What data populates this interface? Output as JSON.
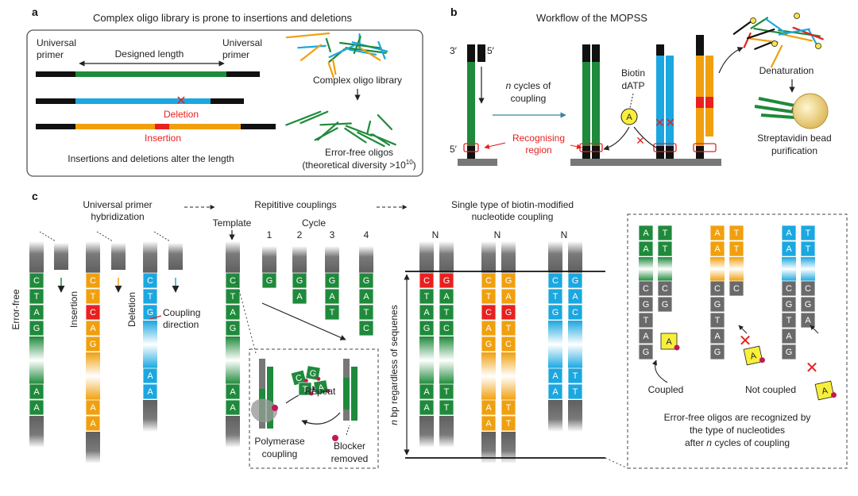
{
  "panel_labels": {
    "a": "a",
    "b": "b",
    "c": "c"
  },
  "panel_a": {
    "title": "Complex oligo library is prone to insertions and deletions",
    "universal_primer_left": "Universal\nprimer",
    "universal_primer_right": "Universal\nprimer",
    "designed_length": "Designed length",
    "deletion": "Deletion",
    "insertion": "Insertion",
    "bottom_caption": "Insertions and deletions alter the length",
    "library_label": "Complex oligo library",
    "error_free_label": "Error-free oligos",
    "diversity_prefix": "(theoretical diversity >10",
    "diversity_exp": "10",
    "diversity_suffix": ")"
  },
  "panel_b": {
    "title": "Workflow of the MOPSS",
    "end3": "3′",
    "end5_top": "5′",
    "end5_bottom": "5′",
    "cycles_n": "n",
    "cycles_rest": " cycles of",
    "coupling": "coupling",
    "biotin": "Biotin",
    "datp": "dATP",
    "biotin_circle": "A",
    "recognising": "Recognising",
    "region": "region",
    "denaturation": "Denaturation",
    "streptavidin": "Streptavidin bead",
    "purification": "purification"
  },
  "panel_c": {
    "step1": "Universal primer",
    "step1b": "hybridization",
    "step2": "Repititive couplings",
    "step3": "Single type of biotin-modified",
    "step3b": "nucleotide coupling",
    "error_free": "Error-free",
    "insertion": "Insertion",
    "deletion": "Deletion",
    "coupling_direction": "Coupling\ndirection",
    "template": "Template",
    "cycle": "Cycle",
    "cycles": [
      "1",
      "2",
      "3",
      "4"
    ],
    "n_label": "N",
    "n_bp_italic": "n",
    "n_bp": " bp regardless of sequenes",
    "repeat": "Repeat",
    "polymerase": "Polymerase",
    "polymerase2": "coupling",
    "blocker": "Blocker",
    "blocker2": "removed",
    "coupled": "Coupled",
    "not_coupled": "Not coupled",
    "recog1": "Error-free oligos are recognized by",
    "recog2": "the type of nucleotides",
    "recog3_pre": "after ",
    "recog3_n": "n",
    "recog3_post": " cycles of coupling",
    "error_free_seq_top": [
      "C",
      "T",
      "A",
      "G"
    ],
    "error_free_seq_bottom": [
      "A",
      "A"
    ],
    "insertion_seq": [
      "C",
      "T",
      "C",
      "A",
      "G"
    ],
    "insertion_seq_bottom": [
      "A",
      "A"
    ],
    "deletion_seq": [
      "C",
      "T",
      "G"
    ],
    "deletion_seq_bottom": [
      "A",
      "A"
    ],
    "template_seq": [
      "C",
      "T",
      "A",
      "G"
    ],
    "template_seq_bottom": [
      "A",
      "A"
    ],
    "cycle_seqs": [
      [
        "G"
      ],
      [
        "G",
        "A"
      ],
      [
        "G",
        "A",
        "T"
      ],
      [
        "G",
        "A",
        "T",
        "C"
      ]
    ],
    "float_nts": [
      "C",
      "G",
      "T",
      "A"
    ],
    "pairs": {
      "green": {
        "left": [
          "C",
          "T",
          "A",
          "G"
        ],
        "right": [
          "G",
          "A",
          "T",
          "C"
        ],
        "left_bottom": [
          "A",
          "A"
        ],
        "right_bottom": [
          "T",
          "T"
        ]
      },
      "orange": {
        "left": [
          "C",
          "T",
          "C",
          "A",
          "G"
        ],
        "right": [
          "G",
          "A",
          "G",
          "T",
          "C"
        ],
        "left_bottom": [
          "A",
          "A"
        ],
        "right_bottom": [
          "T",
          "T"
        ]
      },
      "blue": {
        "left": [
          "C",
          "T",
          "G"
        ],
        "right": [
          "G",
          "A",
          "C"
        ],
        "left_bottom": [
          "A",
          "A"
        ],
        "right_bottom": [
          "T",
          "T"
        ]
      }
    },
    "inset_pairs": {
      "green": {
        "top_left": [
          "A",
          "A"
        ],
        "top_right": [
          "T",
          "T"
        ],
        "grey_left": [
          "C",
          "G",
          "T",
          "A",
          "G"
        ],
        "grey_right": [
          "C",
          "G"
        ],
        "new": "A"
      },
      "orange": {
        "top_left": [
          "A",
          "A"
        ],
        "top_right": [
          "T",
          "T"
        ],
        "grey_left": [
          "C",
          "G",
          "T",
          "A",
          "G"
        ],
        "grey_right": [
          "C"
        ],
        "new": "A"
      },
      "blue": {
        "top_left": [
          "A",
          "A"
        ],
        "top_right": [
          "T",
          "T"
        ],
        "grey_left": [
          "C",
          "G",
          "T",
          "A",
          "G"
        ],
        "grey_right": [
          "C",
          "G",
          "A"
        ],
        "new": "A"
      }
    }
  },
  "colors": {
    "green": "#1f8a3b",
    "blue": "#1ba7e0",
    "orange": "#f0a00e",
    "red": "#e8201f",
    "grey": "#6a6a6a",
    "black": "#111111",
    "yellow": "#f7ef3b",
    "bead": "#e7c86a"
  }
}
